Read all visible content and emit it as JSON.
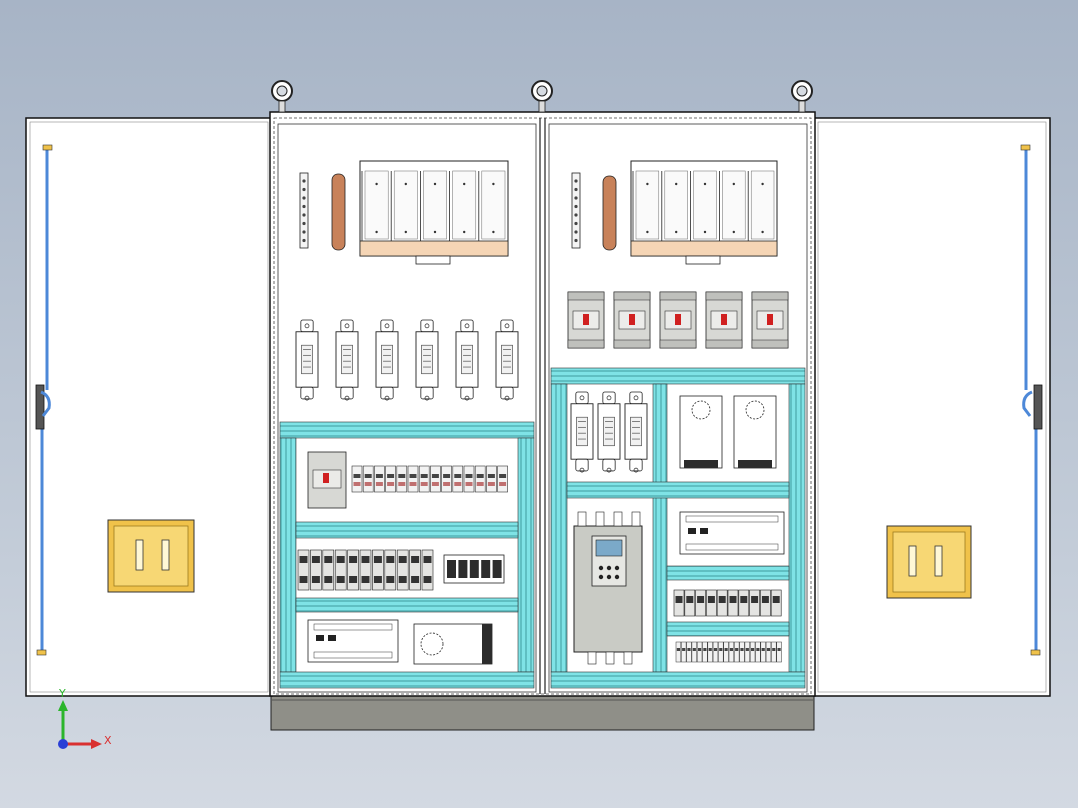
{
  "view": {
    "axes": {
      "x_label": "X",
      "y_label": "Y"
    }
  },
  "cabinet": {
    "bays": 2,
    "lifting_eyes": 3,
    "doors": {
      "count": 2,
      "state": "open",
      "handles": 2
    },
    "colors": {
      "background": "#b8c2d0",
      "enclosure": "#ffffff",
      "wiring_duct": "#7fe3e6",
      "door_handle": "#f0c24a",
      "copper_busbar": "#c8825a",
      "plinth": "#8f8f88",
      "door_rod": "#4d88d8",
      "vfd_body": "#c9cbc5",
      "vfd_display": "#7ba9c9"
    }
  },
  "left_bay": {
    "busbars": 2,
    "main_switch_poles": 5,
    "fuse_holders": 6,
    "breakers": 1,
    "terminal_blocks": 14,
    "relays": 11,
    "relay_module_slots": 5,
    "plc_modules": 1,
    "power_supplies": 1
  },
  "right_bay": {
    "busbars": 2,
    "main_switch_poles": 5,
    "moulded_case_breakers": 5,
    "fuse_holders": 3,
    "power_supplies": 2,
    "variable_frequency_drives": 1,
    "plc_modules": 1,
    "relays": 10,
    "terminal_blocks": 20
  }
}
